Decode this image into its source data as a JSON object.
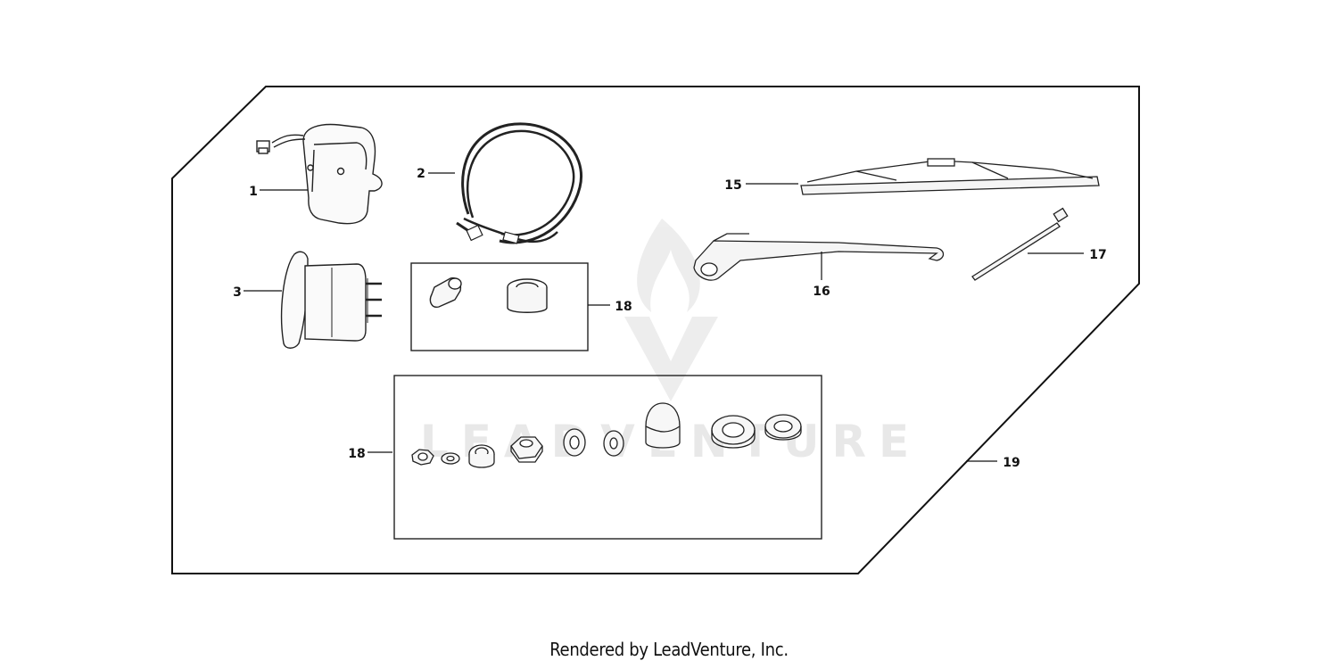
{
  "callouts": {
    "c1": "1",
    "c2": "2",
    "c3": "3",
    "c15": "15",
    "c16": "16",
    "c17": "17",
    "c18a": "18",
    "c18b": "18",
    "c19": "19"
  },
  "watermark": {
    "text": "LEADVENTURE"
  },
  "footer": {
    "text": "Rendered by LeadVenture, Inc."
  }
}
